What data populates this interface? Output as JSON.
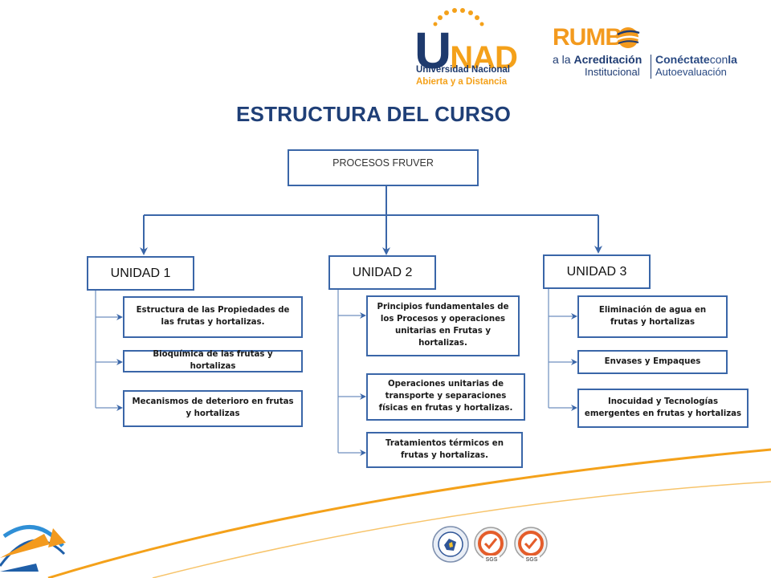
{
  "logos": {
    "unad": {
      "letter_u": "U",
      "letters_nad": "NAD",
      "line1": "Universidad Nacional",
      "line2": "Abierta y a Distancia"
    },
    "rumbo": {
      "word": "RUMB",
      "line1_prefix": "a la ",
      "line1_bold": "Acreditación",
      "line2": "Institucional",
      "right_line1_a": "Conéctate",
      "right_line1_b": "con",
      "right_line1_c": "la",
      "right_line2": "Autoevaluación"
    }
  },
  "title": "ESTRUCTURA DEL CURSO",
  "diagram": {
    "root": "PROCESOS FRUVER",
    "units": [
      {
        "label": "UNIDAD 1",
        "topics": [
          "Estructura de las Propiedades de las frutas y hortalizas.",
          "Bioquímica  de las frutas y hortalizas",
          "Mecanismos  de deterioro en frutas y hortalizas"
        ]
      },
      {
        "label": "UNIDAD 2",
        "topics": [
          "Principios fundamentales de los Procesos y operaciones unitarias  en Frutas y hortalizas.",
          "Operaciones unitarias de transporte y separaciones físicas  en frutas y hortalizas.",
          "Tratamientos  térmicos en frutas y hortalizas."
        ]
      },
      {
        "label": "UNIDAD 3",
        "topics": [
          "Eliminación  de agua en frutas y hortalizas",
          "Envases  y Empaques",
          "Inocuidad  y Tecnologías emergentes en frutas y hortalizas"
        ]
      }
    ]
  },
  "colors": {
    "box_border": "#3a66a8",
    "connector": "#3a66a8",
    "title": "#1f3f77",
    "unad_blue": "#1e3a6d",
    "unad_orange": "#f4a11a"
  },
  "icons": [
    "unad-logo",
    "rumbo-logo",
    "certification-seal-icon",
    "sgs-seal-icon",
    "swoosh-decoration"
  ]
}
